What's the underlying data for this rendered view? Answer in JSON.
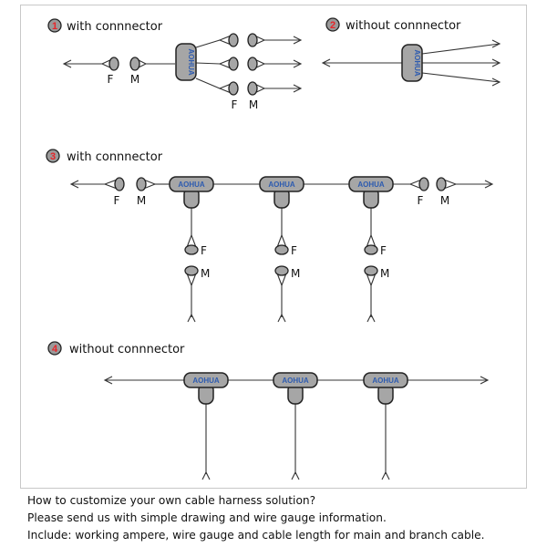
{
  "sections": [
    {
      "number": "1",
      "title": "with connnector"
    },
    {
      "number": "2",
      "title": "without connnector"
    },
    {
      "number": "3",
      "title": "with connnector"
    },
    {
      "number": "4",
      "title": "without connnector"
    }
  ],
  "labels": {
    "female": "F",
    "male": "M"
  },
  "logo_text": "AOHUA",
  "colors": {
    "badge_fill": "#9a9a9a",
    "badge_number": "#e8252a",
    "connector_fill": "#a6a6a6",
    "logo_blue": "#2d5bb0",
    "logo_red": "#e8252a"
  },
  "footer": {
    "line1": "How to customize your own cable harness solution?",
    "line2": "Please send us with simple drawing and wire gauge information.",
    "line3": "Include: working ampere, wire gauge and cable length for main and branch cable."
  }
}
